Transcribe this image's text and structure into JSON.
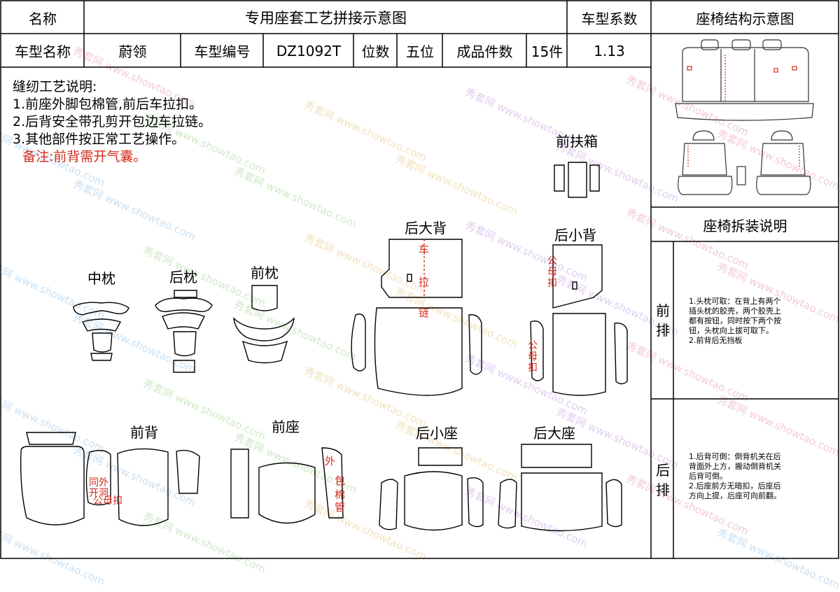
{
  "header": {
    "name_label": "名称",
    "title": "专用座套工艺拼接示意图",
    "coef_label": "车型系数",
    "struct_title": "座椅结构示意图"
  },
  "info": {
    "model_name_label": "车型名称",
    "model_name": "蔚领",
    "model_no_label": "车型编号",
    "model_no": "DZ1092T",
    "seats_label": "位数",
    "seats": "五位",
    "pieces_label": "成品件数",
    "pieces": "15件",
    "coef": "1.13"
  },
  "notes": {
    "title": "缝纫工艺说明:",
    "items": [
      "1.前座外脚包棉管,前后车拉扣。",
      "2.后背安全带孔剪开包边车拉链。",
      "3.其他部件按正常工艺操作。"
    ],
    "remark": "备注:前背需开气囊。"
  },
  "parts": {
    "front_armrest": "前扶箱",
    "rear_big_back": "后大背",
    "rear_small_back": "后小背",
    "mid_pillow": "中枕",
    "rear_pillow": "后枕",
    "front_pillow": "前枕",
    "front_back": "前背",
    "front_seat": "前座",
    "rear_small_seat": "后小座",
    "rear_big_seat": "后大座"
  },
  "annotations": {
    "zipper": [
      "车",
      "拉",
      "链"
    ],
    "buckle_a": [
      "公",
      "母",
      "扣"
    ],
    "buckle_b": [
      "公",
      "母",
      "扣"
    ],
    "airbag": [
      "同外",
      "开洞",
      "公母扣"
    ],
    "foam_tube": [
      "外",
      "包",
      "棉",
      "管"
    ]
  },
  "right_panel": {
    "disassembly_title": "座椅拆装说明",
    "front_row_label": [
      "前",
      "排"
    ],
    "front_row_text": [
      "1.头枕可取：在背上有两个",
      "插头枕的胶壳，两个胶壳上",
      "都有按钮，同时按下两个按",
      "钮，头枕向上拔可取下。",
      "2.前背后无挡板"
    ],
    "rear_row_label": [
      "后",
      "排"
    ],
    "rear_row_text": [
      "1.后背可倒：倒背机关在后",
      "背面外上方，搬动倒背机关",
      "后背可倒。",
      "2.后座前方无暗扣，后座后",
      "方向上提，后座可向前翻。"
    ]
  },
  "watermark": {
    "brand": "秀套网",
    "url": "www.showtao.com"
  },
  "colors": {
    "annotation_red": "#d42b1e",
    "line": "#000000"
  }
}
